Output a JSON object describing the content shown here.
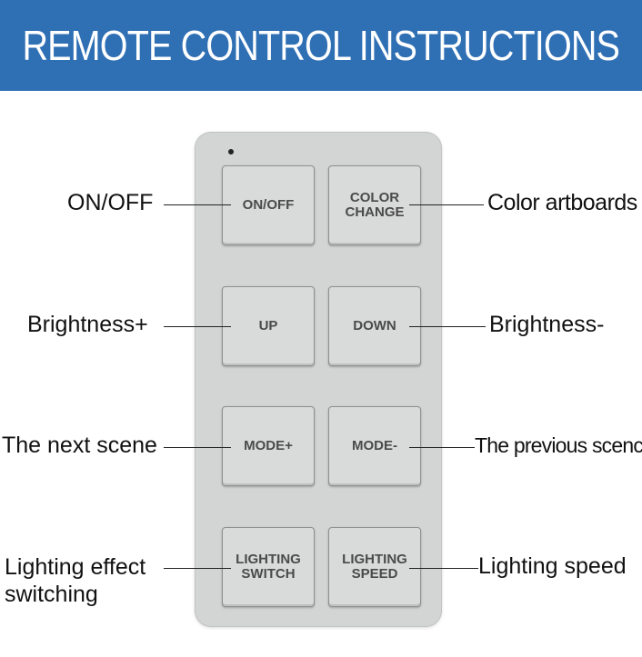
{
  "title": "REMOTE CONTROL INSTRUCTIONS",
  "buttons": {
    "on_off": "ON/OFF",
    "color_change": "COLOR\nCHANGE",
    "up": "UP",
    "down": "DOWN",
    "mode_plus": "MODE+",
    "mode_minus": "MODE-",
    "lighting_switch": "LIGHTING\nSWITCH",
    "lighting_speed": "LIGHTING\nSPEED"
  },
  "labels": {
    "on_off": "ON/OFF",
    "color_artboards": "Color artboards",
    "brightness_plus": "Brightness+",
    "brightness_minus": "Brightness-",
    "next_scene": "The next scene",
    "previous_scene": "The previous scence",
    "lighting_effect": "Lighting effect\nswitching",
    "lighting_speed": "Lighting speed"
  },
  "colors": {
    "banner": "#2f6fb4",
    "remote_body": "#d3d5d4"
  }
}
